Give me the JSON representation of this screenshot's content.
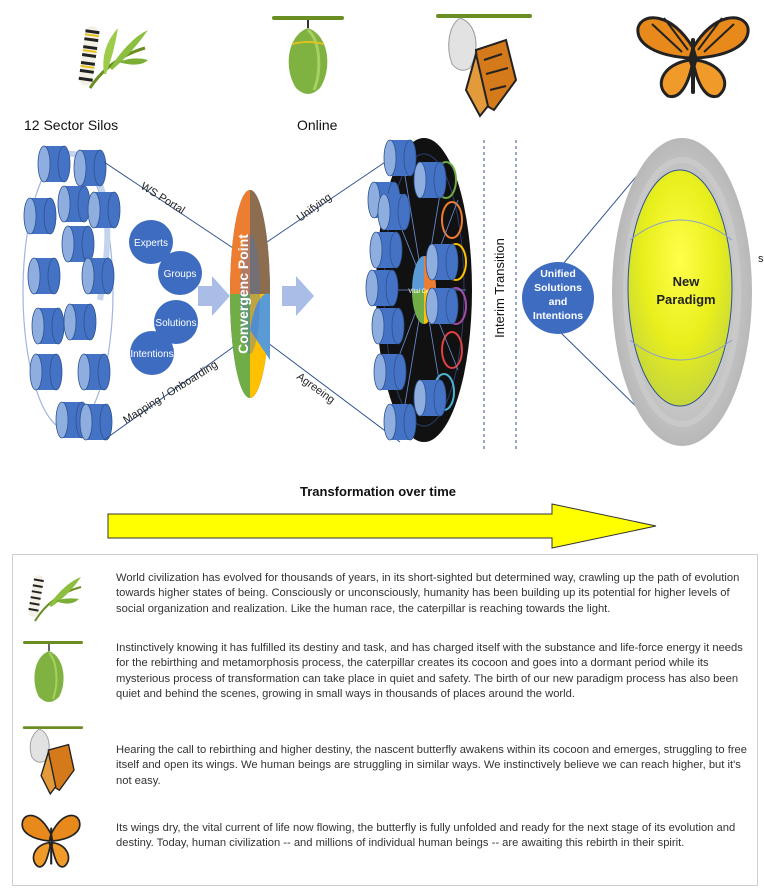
{
  "stages": {
    "silos_label": "12 Sector Silos",
    "online_label": "Online"
  },
  "diagram": {
    "ws_portal": "WS Portal",
    "mapping": "Mapping / Onboarding",
    "unifying": "Unifying",
    "agreeing": "Agreeing",
    "convergence": "Convergenc Point",
    "interim": "Interim Transition",
    "new_paradigm_line1": "New",
    "new_paradigm_line2": "Paradigm",
    "edge_char": "s",
    "center_badge": "Vital Center",
    "bubbles": [
      "Experts",
      "Groups",
      "Solutions",
      "Intentions"
    ],
    "unified": [
      "Unified",
      "Solutions",
      "and",
      "Intentions"
    ]
  },
  "arrow": {
    "label": "Transformation over time"
  },
  "story": [
    {
      "icon": "caterpillar-icon",
      "text": "World civilization has evolved for thousands of years, in its short-sighted but determined way, crawling up the path of evolution towards higher states of being. Consciously or unconsciously, humanity has been building up its potential for higher levels of social organization and realization. Like the human race, the caterpillar is reaching towards the light."
    },
    {
      "icon": "cocoon-icon",
      "text": "Instinctively knowing it has fulfilled its destiny and task, and has charged itself with the substance and life-force energy it needs for the rebirthing and metamorphosis process, the caterpillar creates its cocoon and goes into a dormant period while its mysterious process of transformation can take place in quiet and safety. The birth of our new paradigm process has also been quiet and behind the scenes, growing in small ways in thousands of places around the world."
    },
    {
      "icon": "emerging-butterfly-icon",
      "text": "Hearing the call to rebirthing and higher destiny, the nascent butterfly awakens within its cocoon and emerges, struggling to free itself and open its wings. We human beings are struggling in similar ways. We instinctively believe we can reach higher, but it's not easy."
    },
    {
      "icon": "butterfly-icon",
      "text": "Its wings dry, the vital current of life now flowing, the butterfly is fully unfolded and ready for the next stage of its evolution and destiny. Today, human civilization -- and millions of individual human beings -- are awaiting this rebirth in their spirit."
    }
  ],
  "colors": {
    "silo_blue": "#4472c4",
    "bubble_blue": "#3d6cc0",
    "arrow_yellow": "#ffff00",
    "paradigm_yellow": "#f2f21a",
    "caterpillar_green": "#6aa637",
    "wing_orange": "#e8891c"
  }
}
